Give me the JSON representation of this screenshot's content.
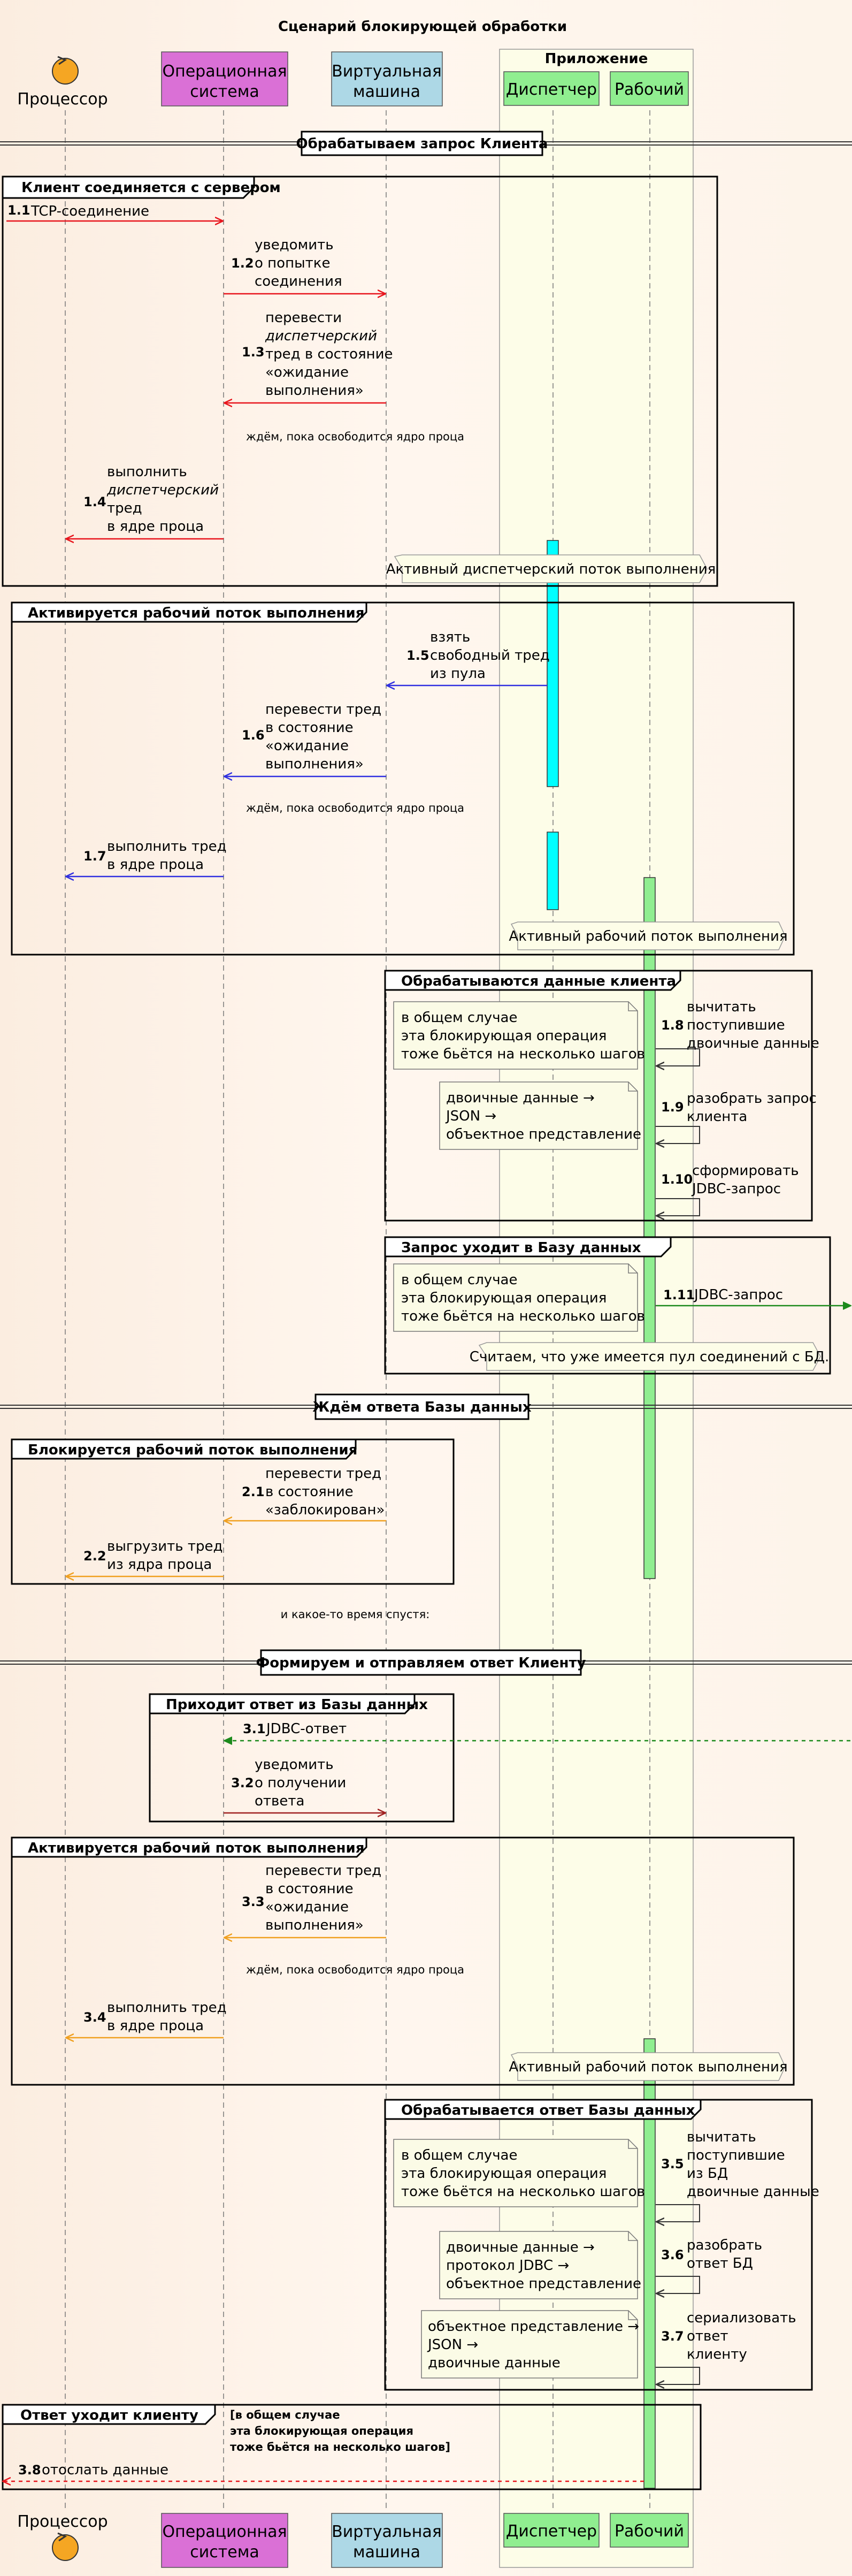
{
  "title": "Сценарий блокирующей обработки",
  "participants": {
    "cpu": "Процессор",
    "os": [
      "Операционная",
      "система"
    ],
    "vm": [
      "Виртуальная",
      "машина"
    ],
    "app_box": "Приложение",
    "dispatcher": "Диспетчер",
    "worker": "Рабочий"
  },
  "dividers": [
    "Обрабатываем запрос Клиента",
    "Ждём ответа Базы данных",
    "Формируем и отправляем ответ Клиенту"
  ],
  "groups": [
    "Клиент соединяется с сервером",
    "Активируется рабочий поток выполнения",
    "Обрабатываются данные клиента",
    "Запрос уходит в Базу данных",
    "Блокируется рабочий поток выполнения",
    "Приходит ответ из Базы данных",
    "Активируется рабочий поток выполнения",
    "Обрабатывается ответ Базы данных",
    "Ответ уходит клиенту"
  ],
  "group_note_last": [
    "[в общем случае",
    "эта блокирующая операция",
    "тоже бьётся на несколько шагов]"
  ],
  "messages": {
    "m1_1": {
      "num": "1.1",
      "lines": [
        "TCP-соединение"
      ]
    },
    "m1_2": {
      "num": "1.2",
      "lines": [
        "уведомить",
        "о попытке",
        "соединения"
      ]
    },
    "m1_3": {
      "num": "1.3",
      "lines": [
        "перевести",
        "диспетчерский",
        "тред в состояние",
        "«ожидание",
        "выполнения»"
      ]
    },
    "m1_4": {
      "num": "1.4",
      "lines": [
        "выполнить",
        "диспетчерский",
        "тред",
        "в ядре проца"
      ]
    },
    "m1_5": {
      "num": "1.5",
      "lines": [
        "взять",
        "свободный тред",
        "из пула"
      ]
    },
    "m1_6": {
      "num": "1.6",
      "lines": [
        "перевести тред",
        "в состояние",
        "«ожидание",
        "выполнения»"
      ]
    },
    "m1_7": {
      "num": "1.7",
      "lines": [
        "выполнить тред",
        "в ядре проца"
      ]
    },
    "m1_8": {
      "num": "1.8",
      "lines": [
        "вычитать",
        "поступившие",
        "двоичные данные"
      ]
    },
    "m1_9": {
      "num": "1.9",
      "lines": [
        "разобрать запрос",
        "клиента"
      ]
    },
    "m1_10": {
      "num": "1.10",
      "lines": [
        "сформировать",
        "JDBC-запрос"
      ]
    },
    "m1_11": {
      "num": "1.11",
      "lines": [
        "JDBC-запрос"
      ]
    },
    "m2_1": {
      "num": "2.1",
      "lines": [
        "перевести тред",
        "в состояние",
        "«заблокирован»"
      ]
    },
    "m2_2": {
      "num": "2.2",
      "lines": [
        "выгрузить тред",
        "из ядра проца"
      ]
    },
    "m3_1": {
      "num": "3.1",
      "lines": [
        "JDBC-ответ"
      ]
    },
    "m3_2": {
      "num": "3.2",
      "lines": [
        "уведомить",
        "о получении",
        "ответа"
      ]
    },
    "m3_3": {
      "num": "3.3",
      "lines": [
        "перевести тред",
        "в состояние",
        "«ожидание",
        "выполнения»"
      ]
    },
    "m3_4": {
      "num": "3.4",
      "lines": [
        "выполнить тред",
        "в ядре проца"
      ]
    },
    "m3_5": {
      "num": "3.5",
      "lines": [
        "вычитать",
        "поступившие",
        "из БД",
        "двоичные данные"
      ]
    },
    "m3_6": {
      "num": "3.6",
      "lines": [
        "разобрать",
        "ответ БД"
      ]
    },
    "m3_7": {
      "num": "3.7",
      "lines": [
        "сериализовать",
        "ответ",
        "клиенту"
      ]
    },
    "m3_8": {
      "num": "3.8",
      "lines": [
        "отослать данные"
      ]
    }
  },
  "waits": {
    "wait_core_1": "ждём, пока освободится ядро проца",
    "wait_core_2": "ждём, пока освободится ядро проца",
    "later": "и какое-то время спустя:",
    "wait_core_3": "ждём, пока освободится ядро проца"
  },
  "hexagons": {
    "active_dispatcher": "Активный диспетчерский поток выполнения",
    "active_worker_1": "Активный рабочий поток выполнения",
    "pool": "Считаем, что уже имеется пул соединений с БД.",
    "active_worker_2": "Активный рабочий поток выполнения"
  },
  "notes": {
    "note_blocking_1": [
      "в общем случае",
      "эта блокирующая операция",
      "тоже бьётся на несколько шагов"
    ],
    "note_json_1": [
      "двоичные данные →",
      "JSON →",
      "объектное представление"
    ],
    "note_blocking_2": [
      "в общем случае",
      "эта блокирующая операция",
      "тоже бьётся на несколько шагов"
    ],
    "note_blocking_3": [
      "в общем случае",
      "эта блокирующая операция",
      "тоже бьётся на несколько шагов"
    ],
    "note_jdbc": [
      "двоичные данные →",
      "протокол JDBC →",
      "объектное представление"
    ],
    "note_json_2": [
      "объектное представление →",
      "JSON →",
      "двоичные данные"
    ]
  },
  "colors": {
    "red": "#e8141c",
    "blue": "#2f2fe0",
    "orange": "#f0a020",
    "dark_red": "#a02020",
    "green": "#1c8a1c",
    "os_fill": "#da70d6",
    "vm_fill": "#add8e6",
    "app_fill": "#90ee90",
    "cpu_fill": "#f5a623",
    "dispatcher_activation": "#00ffff",
    "worker_activation": "#90ee90",
    "note_fill": "#fbfbe6",
    "app_box_fill": "#fdfde8"
  }
}
